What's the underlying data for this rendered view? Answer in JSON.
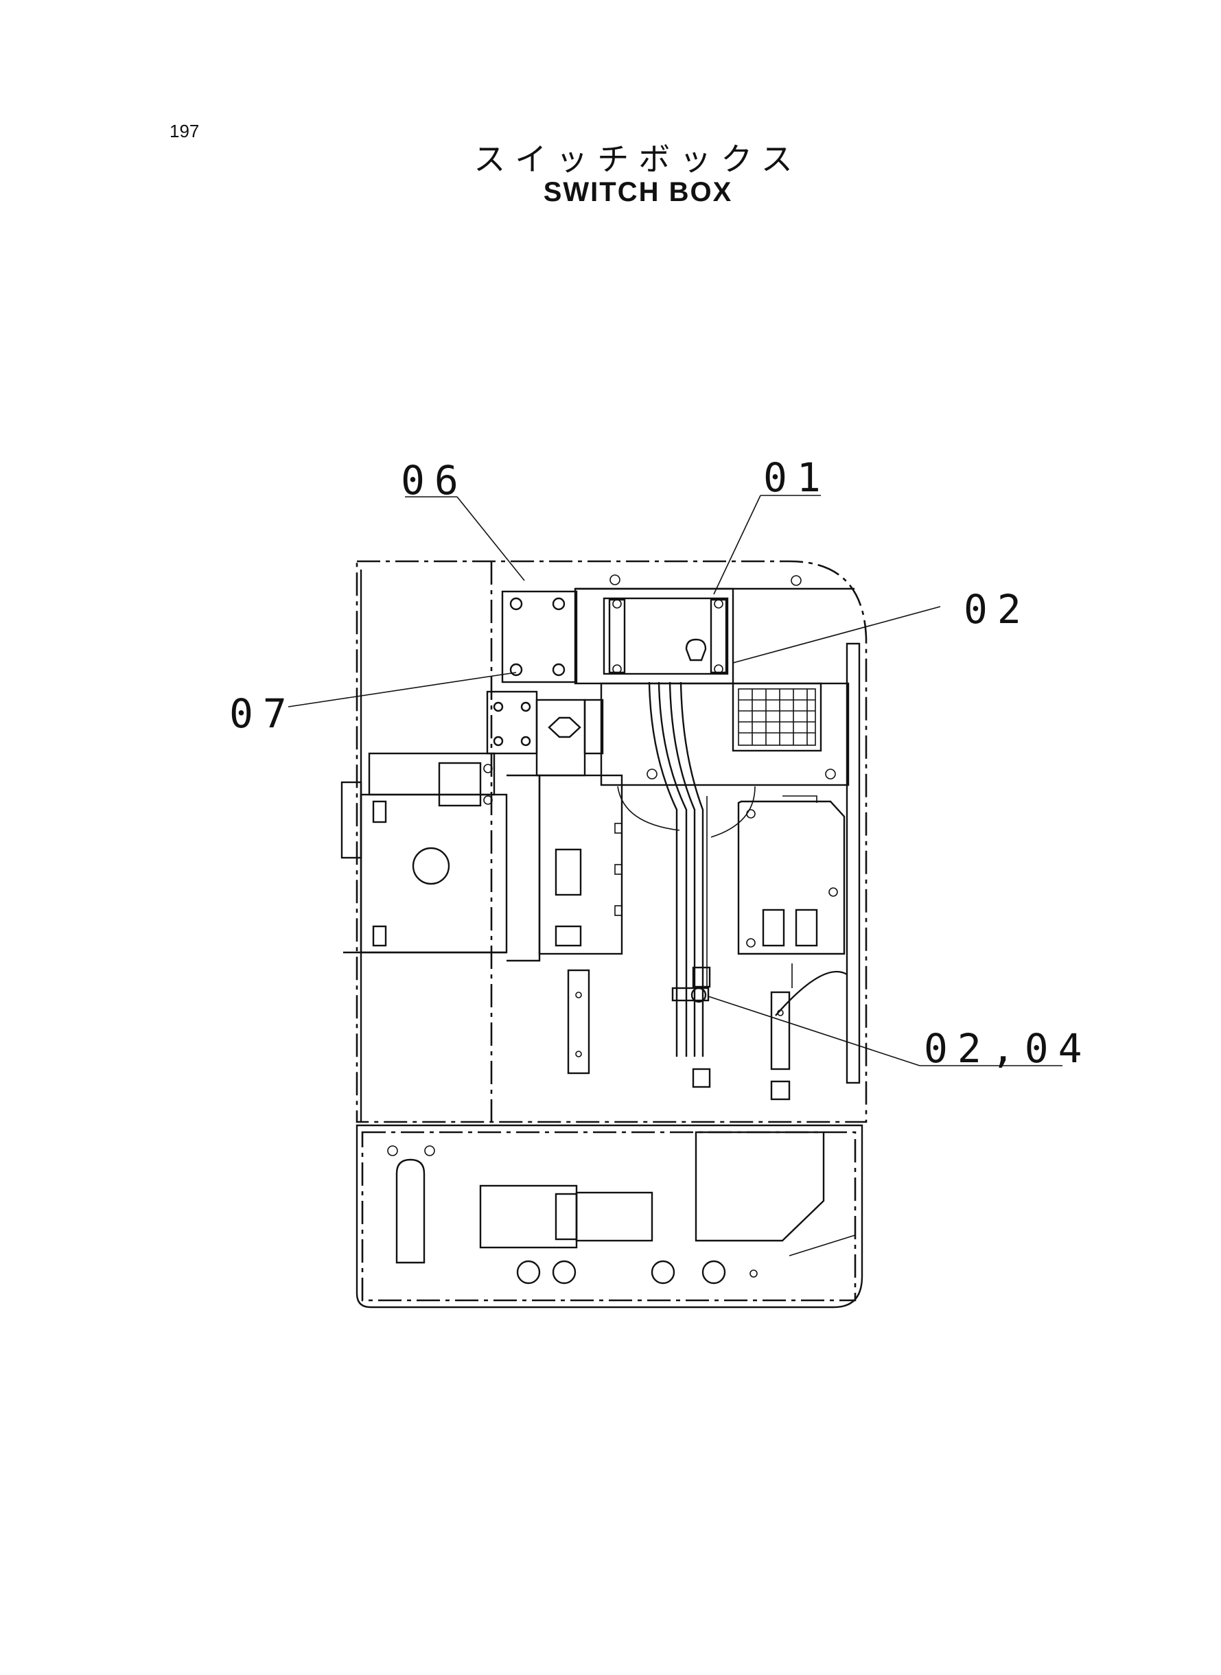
{
  "page": {
    "number": "197"
  },
  "title": {
    "japanese": "スイッチボックス",
    "english": "SWITCH BOX"
  },
  "callouts": [
    {
      "id": "06",
      "label": "06"
    },
    {
      "id": "01",
      "label": "01"
    },
    {
      "id": "02",
      "label": "02"
    },
    {
      "id": "07",
      "label": "07"
    },
    {
      "id": "02_04",
      "label": "02,04"
    }
  ]
}
